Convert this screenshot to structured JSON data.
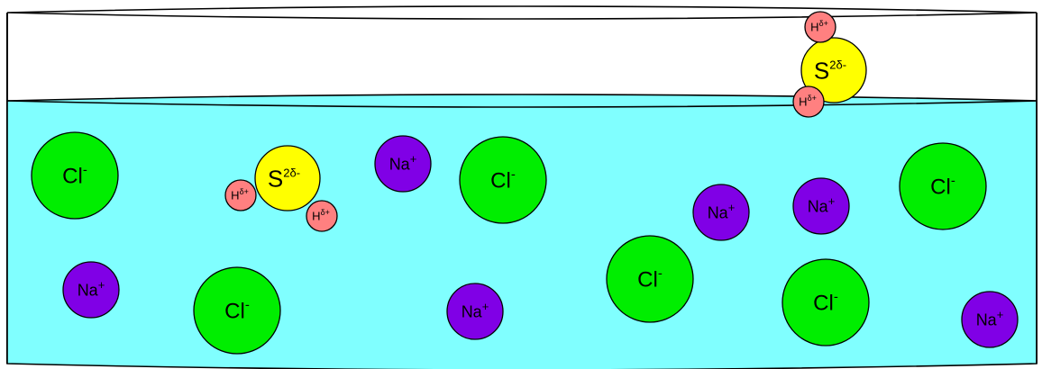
{
  "colors": {
    "water": "#80ffff",
    "outline": "#000000",
    "background": "#ffffff",
    "chloride": "#00ee00",
    "sodium": "#8000e6",
    "sulfur": "#ffff00",
    "hydrogen": "#ff8080"
  },
  "labels": {
    "chloride": {
      "base": "Cl",
      "sup": "-"
    },
    "sodium": {
      "base": "Na",
      "sup": "+"
    },
    "sulfur": {
      "base": "S",
      "sup": "2δ-"
    },
    "hydrogen": {
      "base": "H",
      "sup": "δ+"
    }
  },
  "ions": {
    "chloride": [
      {
        "label": "Cl-"
      },
      {
        "label": "Cl-"
      },
      {
        "label": "Cl-"
      },
      {
        "label": "Cl-"
      },
      {
        "label": "Cl-"
      },
      {
        "label": "Cl-"
      }
    ],
    "sodium": [
      {
        "label": "Na+"
      },
      {
        "label": "Na+"
      },
      {
        "label": "Na+"
      },
      {
        "label": "Na+"
      },
      {
        "label": "Na+"
      },
      {
        "label": "Na+"
      }
    ]
  },
  "molecules": [
    {
      "name": "hydrogen-sulfide",
      "location": "dissolved in water"
    },
    {
      "name": "hydrogen-sulfide",
      "location": "escaping at surface"
    }
  ]
}
